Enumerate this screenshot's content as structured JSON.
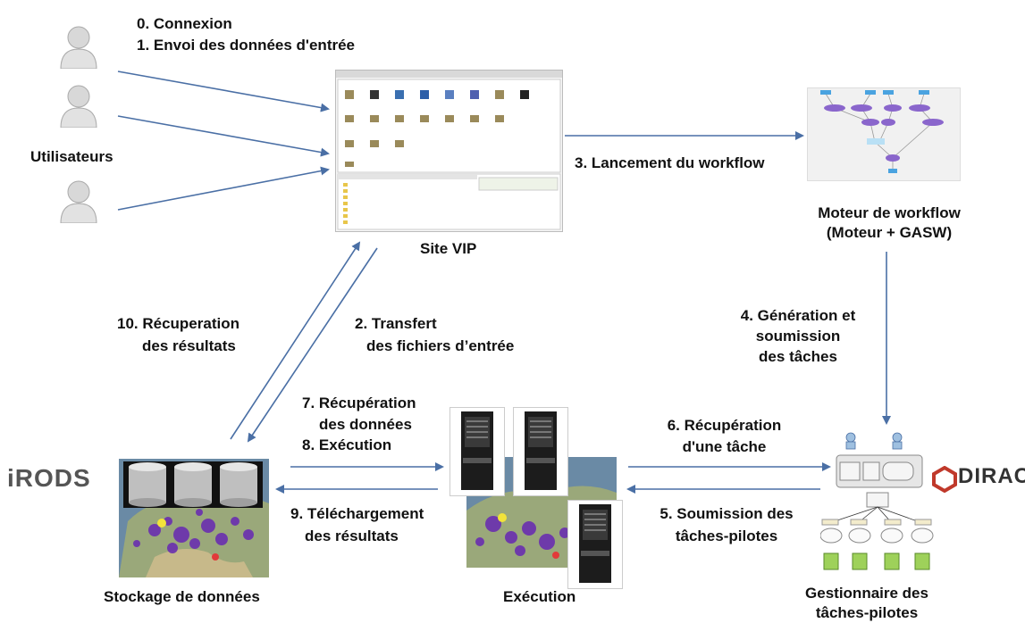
{
  "users": {
    "label": "Utilisateurs"
  },
  "steps": {
    "s0": "0. Connexion",
    "s1": "1. Envoi des données d'entrée",
    "s3": "3. Lancement du workflow",
    "s4a": "4. Génération et",
    "s4b": "soumission",
    "s4c": "des tâches",
    "s2a": "2. Transfert",
    "s2b": "des fichiers d’entrée",
    "s10a": "10. Récuperation",
    "s10b": "des résultats",
    "s7a": "7. Récupération",
    "s7b": "des données",
    "s8": "8. Exécution",
    "s9a": "9. Téléchargement",
    "s9b": "des résultats",
    "s6a": "6. Récupération",
    "s6b": "d'une tâche",
    "s5a": "5. Soumission des",
    "s5b": "tâches-pilotes"
  },
  "nodes": {
    "site": "Site VIP",
    "engine_a": "Moteur de workflow",
    "engine_b": "(Moteur + GASW)",
    "storage": "Stockage de données",
    "execution": "Exécution",
    "manager_a": "Gestionnaire des",
    "manager_b": "tâches-pilotes"
  },
  "logos": {
    "irods": "iRODS",
    "dirac": "DIRAC"
  },
  "colors": {
    "arrow": "#4a6fa5",
    "node_purple": "#7a55c8",
    "map_dot": "#6a2fb0"
  }
}
